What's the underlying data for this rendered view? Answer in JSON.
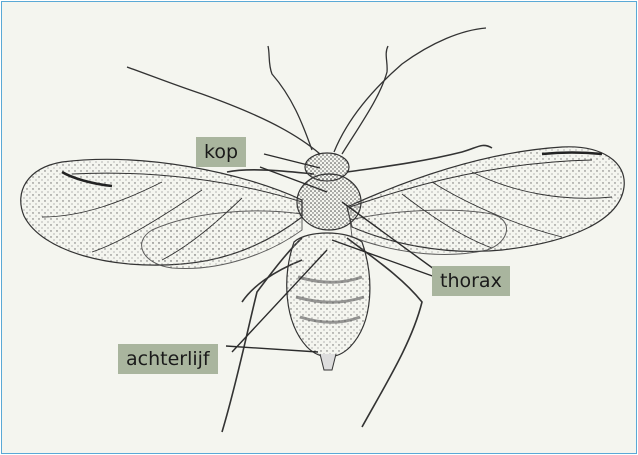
{
  "labels": {
    "kop": "kop",
    "thorax": "thorax",
    "achterlijf": "achterlijf"
  },
  "colors": {
    "background": "#f4f5ef",
    "border": "#5aa9d6",
    "label_background": "#a9b59e",
    "ink": "#2b2b2b"
  }
}
